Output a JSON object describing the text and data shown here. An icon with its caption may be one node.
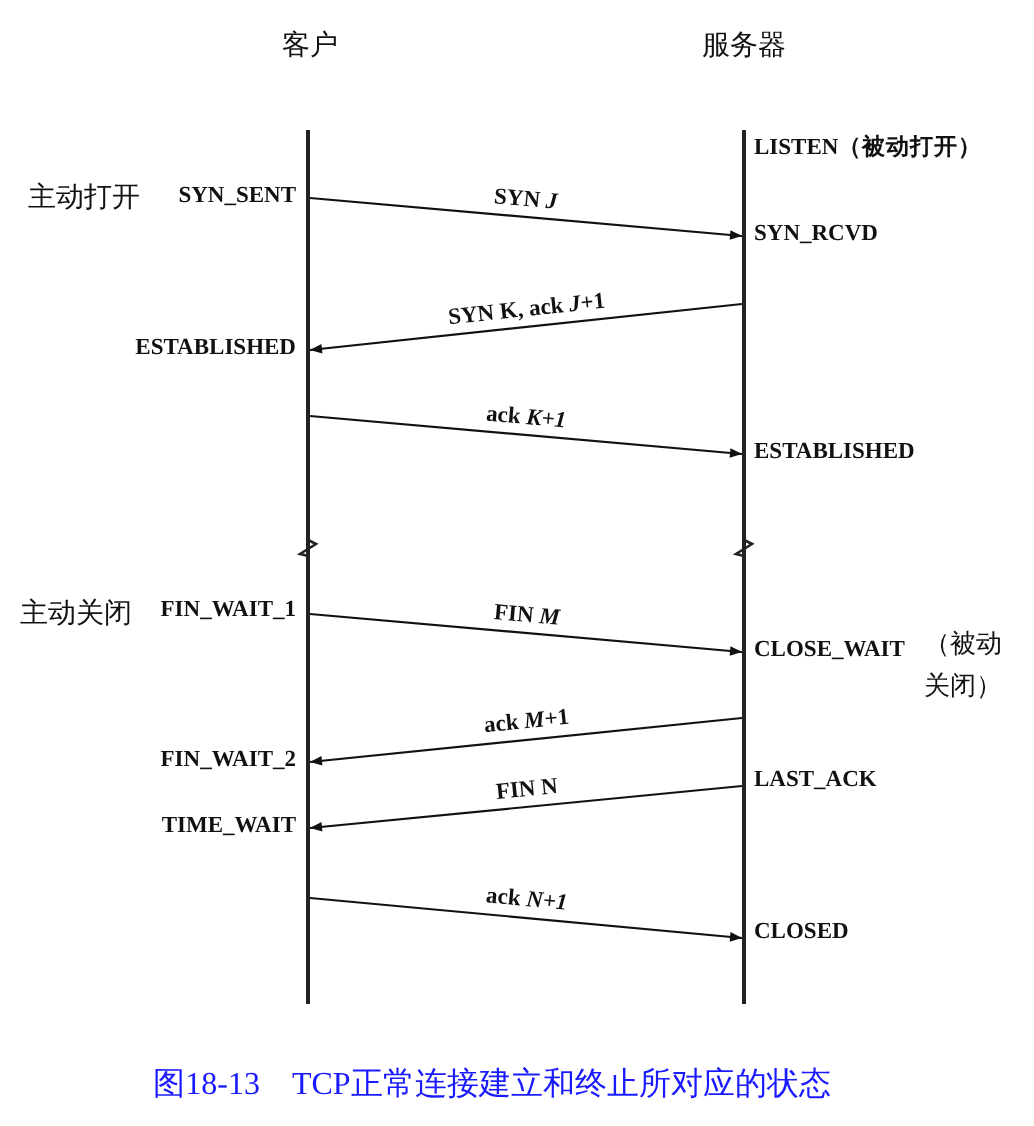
{
  "diagram": {
    "caption": "图18-13　TCP正常连接建立和终止所对应的状态",
    "nodes": [
      {
        "text": [],
        "shape": "bar",
        "beside": [
          "客户"
        ]
      },
      {
        "text": [],
        "shape": "bar",
        "beside": [
          "服务器"
        ]
      }
    ],
    "edges": [
      {
        "from": 0,
        "to": 1,
        "arrow": "to",
        "label": "SYN *J*"
      },
      {
        "from": 1,
        "to": 0,
        "arrow": "to",
        "label": "SYN K, ack *J*+1"
      },
      {
        "from": 0,
        "to": 1,
        "arrow": "to",
        "label": "ack *K+1*"
      },
      {
        "from": 0,
        "to": 1,
        "arrow": "to",
        "label": "FIN *M*"
      },
      {
        "from": 1,
        "to": 0,
        "arrow": "to",
        "label": "ack *M*+1"
      },
      {
        "from": 1,
        "to": 0,
        "arrow": "to",
        "label": "FIN N"
      },
      {
        "from": 0,
        "to": 1,
        "arrow": "to",
        "label": "ack *N+1*"
      }
    ],
    "labels": [
      "LISTEN（被动打开）",
      "主动打开",
      "SYN_SENT",
      "SYN_RCVD",
      "ESTABLISHED",
      "ESTABLISHED",
      "主动关闭",
      "FIN_WAIT_1",
      "CLOSE_WAIT",
      "（被动关闭）",
      "FIN_WAIT_2",
      "LAST_ACK",
      "TIME_WAIT",
      "CLOSED"
    ]
  }
}
